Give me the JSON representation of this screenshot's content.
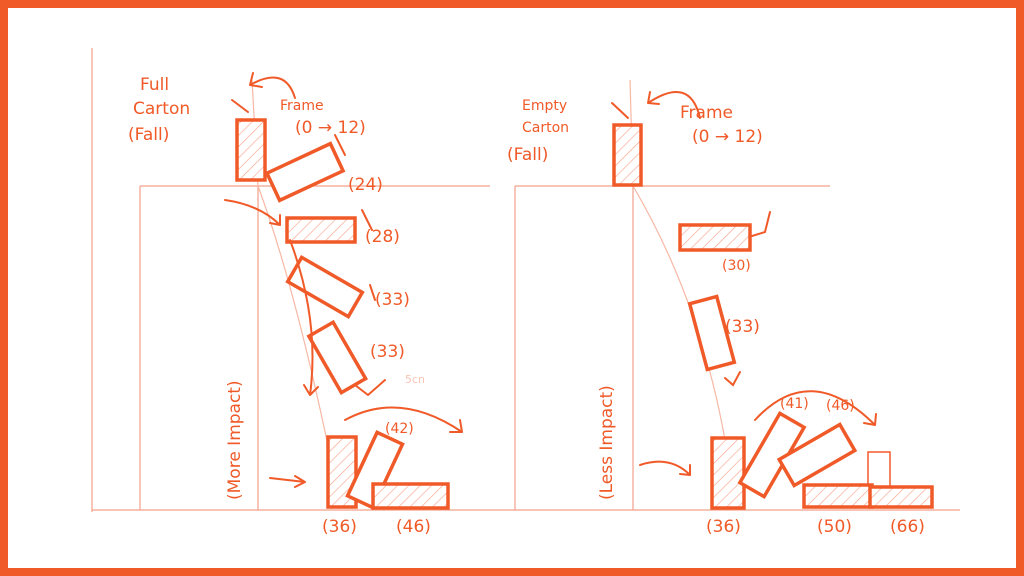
{
  "colors": {
    "accent": "#f05a28",
    "border": "#f05a28",
    "guide": "#f4a08a"
  },
  "left": {
    "title": [
      "Full",
      "Carton",
      "(Fall)"
    ],
    "frame_label": [
      "Frame",
      "(0 → 12)"
    ],
    "side_label": "(More Impact)",
    "frames": [
      "(24)",
      "(28)",
      "(33)",
      "(33)",
      "(42)",
      "(36)",
      "(46)"
    ],
    "note": "5cn"
  },
  "right": {
    "title": [
      "Empty",
      "Carton",
      "(Fall)"
    ],
    "frame_label": [
      "Frame",
      "(0 → 12)"
    ],
    "side_label": "(Less Impact)",
    "frames": [
      "(30)",
      "(33)",
      "(41)",
      "(46)",
      "(36)",
      "(50)",
      "(66)"
    ]
  }
}
